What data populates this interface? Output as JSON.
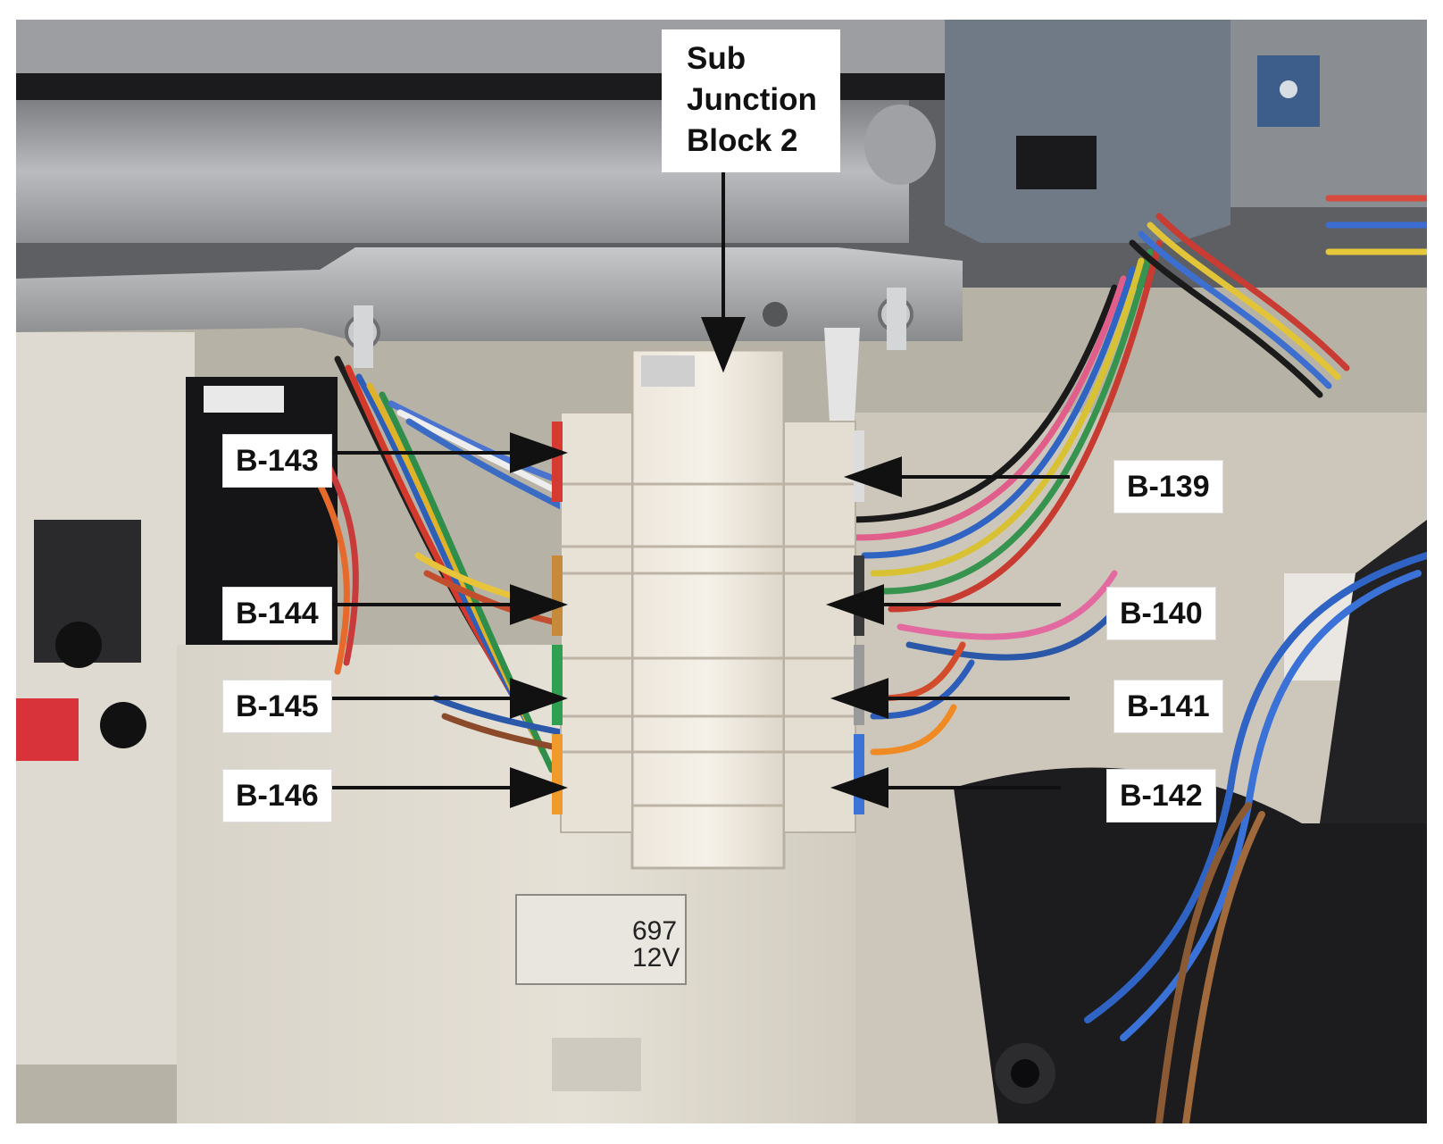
{
  "title_lines": [
    "Sub",
    "Junction",
    "Block 2"
  ],
  "connectors_left": [
    "B-143",
    "B-144",
    "B-145",
    "B-146"
  ],
  "connectors_right": [
    "B-139",
    "B-140",
    "B-141",
    "B-142"
  ],
  "component_marking": {
    "part": "697",
    "voltage": "12V"
  }
}
